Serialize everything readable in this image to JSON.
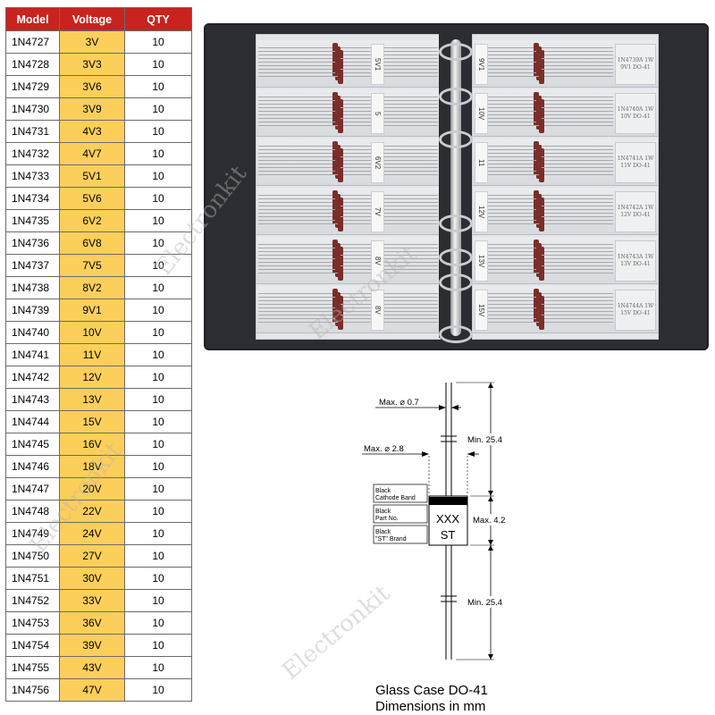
{
  "table": {
    "headers": [
      "Model",
      "Voltage",
      "QTY"
    ],
    "rows": [
      [
        "1N4727",
        "3V",
        "10"
      ],
      [
        "1N4728",
        "3V3",
        "10"
      ],
      [
        "1N4729",
        "3V6",
        "10"
      ],
      [
        "1N4730",
        "3V9",
        "10"
      ],
      [
        "1N4731",
        "4V3",
        "10"
      ],
      [
        "1N4732",
        "4V7",
        "10"
      ],
      [
        "1N4733",
        "5V1",
        "10"
      ],
      [
        "1N4734",
        "5V6",
        "10"
      ],
      [
        "1N4735",
        "6V2",
        "10"
      ],
      [
        "1N4736",
        "6V8",
        "10"
      ],
      [
        "1N4737",
        "7V5",
        "10"
      ],
      [
        "1N4738",
        "8V2",
        "10"
      ],
      [
        "1N4739",
        "9V1",
        "10"
      ],
      [
        "1N4740",
        "10V",
        "10"
      ],
      [
        "1N4741",
        "11V",
        "10"
      ],
      [
        "1N4742",
        "12V",
        "10"
      ],
      [
        "1N4743",
        "13V",
        "10"
      ],
      [
        "1N4744",
        "15V",
        "10"
      ],
      [
        "1N4745",
        "16V",
        "10"
      ],
      [
        "1N4746",
        "18V",
        "10"
      ],
      [
        "1N4747",
        "20V",
        "10"
      ],
      [
        "1N4748",
        "22V",
        "10"
      ],
      [
        "1N4749",
        "24V",
        "10"
      ],
      [
        "1N4750",
        "27V",
        "10"
      ],
      [
        "1N4751",
        "30V",
        "10"
      ],
      [
        "1N4752",
        "33V",
        "10"
      ],
      [
        "1N4753",
        "36V",
        "10"
      ],
      [
        "1N4754",
        "39V",
        "10"
      ],
      [
        "1N4755",
        "43V",
        "10"
      ],
      [
        "1N4756",
        "47V",
        "10"
      ]
    ]
  },
  "binder": {
    "left_labels": [
      "5V1",
      "5",
      "6V2",
      "7V",
      "8V",
      "8V"
    ],
    "right_labels": [
      "9V1",
      "10V",
      "11",
      "12V",
      "13V",
      "15V"
    ],
    "cards": [
      "1N4739A 1W 9V1 DO-41",
      "1N4740A 1W 10V DO-41",
      "1N4741A 1W 11V DO-41",
      "1N4742A 1W 12V DO-41",
      "1N4743A 1W 13V DO-41",
      "1N4744A 1W 15V DO-41"
    ]
  },
  "diagram": {
    "max_lead_dia": "Max. ⌀ 0.7",
    "max_body_dia": "Max. ⌀ 2.8",
    "min_lead_top": "Min. 25.4",
    "max_body_len": "Max. 4.2",
    "min_lead_bottom": "Min. 25.4",
    "cathode_band_l1": "Black",
    "cathode_band_l2": "Cathode Band",
    "part_no_l1": "Black",
    "part_no_l2": "Part No.",
    "brand_l1": "Black",
    "brand_l2": "\"ST\" Brand",
    "body_text_1": "XXX",
    "body_text_2": "ST",
    "caption_1": "Glass Case DO-41",
    "caption_2": "Dimensions in mm"
  },
  "watermark": "Electronkit",
  "colors": {
    "header_bg": "#c8231e",
    "voltage_bg": "#fccf5a",
    "binder": "#2b2d32"
  }
}
